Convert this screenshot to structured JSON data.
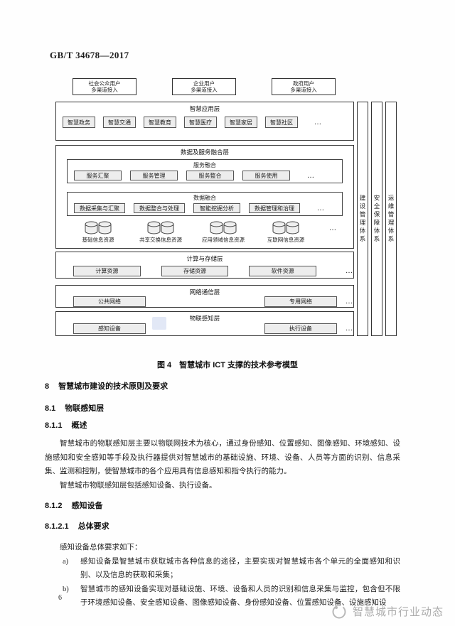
{
  "page": {
    "header_code": "GB/T 34678—2017",
    "page_number": "6",
    "footer_watermark": "智慧城市行业动态"
  },
  "colors": {
    "leaf_fill": "#ededed",
    "border": "#333333",
    "artifact_blue": "#dde4f5",
    "watermark_gray": "#adadad"
  },
  "diagram": {
    "caption": "图 4　智慧城市 ICT 支撑的技术参考模型",
    "users": [
      {
        "line1": "社会公众用户",
        "line2": "多渠道接入"
      },
      {
        "line1": "企业用户",
        "line2": "多渠道接入"
      },
      {
        "line1": "政府用户",
        "line2": "多渠道接入"
      }
    ],
    "app_layer": {
      "title": "智慧应用层",
      "items": [
        "智慧政务",
        "智慧交通",
        "智慧教育",
        "智慧医疗",
        "智慧家居",
        "智慧社区"
      ],
      "ellipsis": "…"
    },
    "data_service_layer": {
      "title": "数据及服务融合层",
      "service_fusion": {
        "title": "服务融合",
        "items": [
          "服务汇聚",
          "服务管理",
          "服务整合",
          "服务使用"
        ],
        "ellipsis": "…"
      },
      "data_fusion": {
        "title": "数据融合",
        "items": [
          "数据采集与汇聚",
          "数据整合与处理",
          "智能挖掘分析",
          "数据管理和治理"
        ],
        "ellipsis": "…"
      },
      "resources": {
        "items": [
          "基础信息资源",
          "共享交换信息资源",
          "应用领域信息资源",
          "互联网信息资源"
        ],
        "ellipsis": "…"
      }
    },
    "compute_layer": {
      "title": "计算与存储层",
      "items": [
        "计算资源",
        "存储资源",
        "软件资源"
      ],
      "ellipsis": "…"
    },
    "network_layer": {
      "title": "网络通信层",
      "items": [
        "公共网络",
        "专用网络"
      ],
      "ellipsis": "…"
    },
    "sensing_layer": {
      "title": "物联感知层",
      "items": [
        "感知设备",
        "执行设备"
      ],
      "ellipsis": "…"
    },
    "pillars": [
      "建设管理体系",
      "安全保障体系",
      "运维管理体系"
    ]
  },
  "sections": {
    "h8": {
      "number": "8",
      "title": "智慧城市建设的技术原则及要求"
    },
    "h81": {
      "number": "8.1",
      "title": "物联感知层"
    },
    "h811": {
      "number": "8.1.1",
      "title": "概述"
    },
    "p1": "智慧城市的物联感知层主要以物联网技术为核心，通过身份感知、位置感知、图像感知、环境感知、设施感知和安全感知等手段及执行器提供对智慧城市的基础设施、环境、设备、人员等方面的识别、信息采集、监测和控制，使智慧城市的各个应用具有信息感知和指令执行的能力。",
    "p2": "智慧城市物联感知层包括感知设备、执行设备。",
    "h812": {
      "number": "8.1.2",
      "title": "感知设备"
    },
    "h8121": {
      "number": "8.1.2.1",
      "title": "总体要求"
    },
    "list_intro": "感知设备总体要求如下：",
    "list": [
      {
        "label": "a)",
        "text": "感知设备是智慧城市获取城市各种信息的途径，主要实现对智慧城市各个单元的全面感知和识别、以及信息的获取和采集；"
      },
      {
        "label": "b)",
        "text": "智慧城市的感知设备实现对基础设施、环境、设备和人员的识别和信息采集与监控，包含但不限于环境感知设备、安全感知设备、图像感知设备、身份感知设备、位置感知设备、设施感知设"
      }
    ]
  }
}
